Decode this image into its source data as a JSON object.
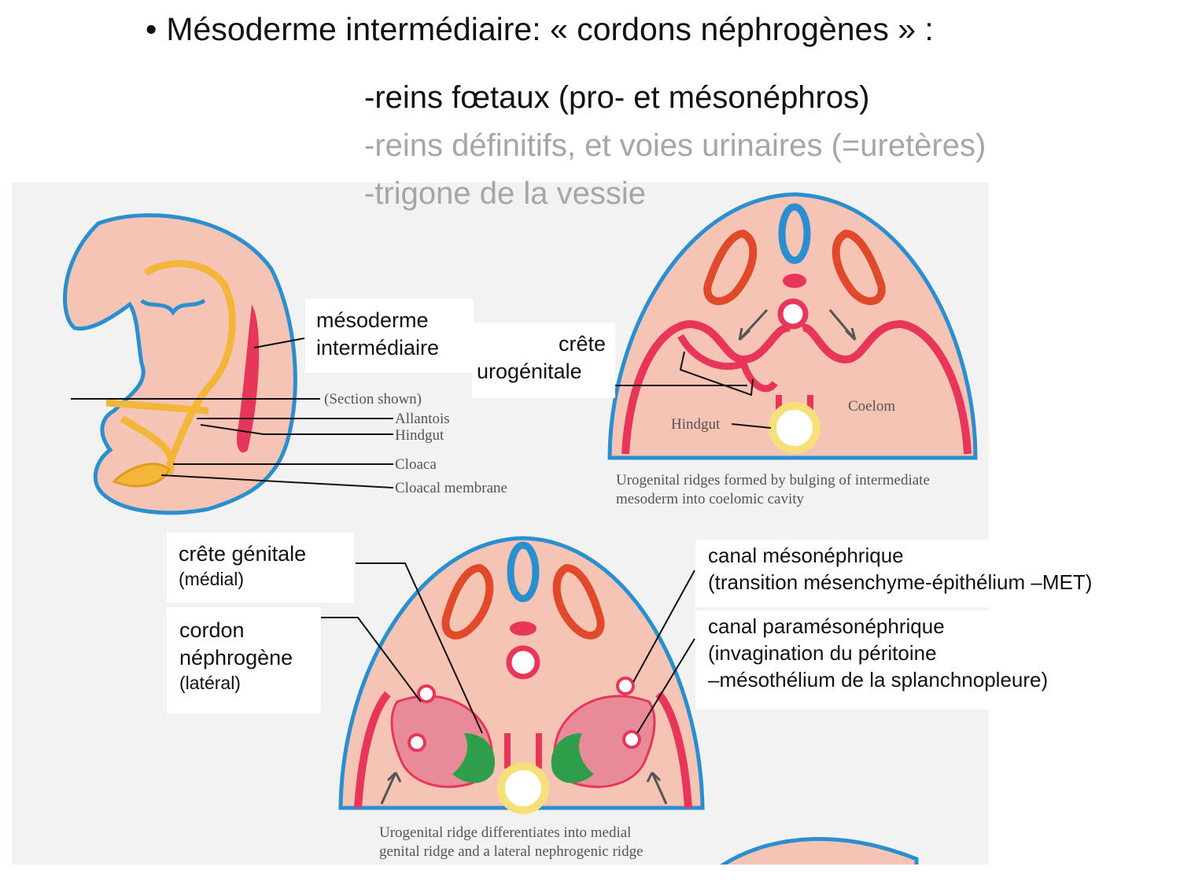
{
  "title": "Mésoderme intermédiaire: « cordons néphrogènes » :",
  "bullet": "•",
  "items": [
    {
      "text": "-reins fœtaux (pro- et mésonéphros)",
      "color": "#111111"
    },
    {
      "text": "-reins définitifs, et voies urinaires (=uretères)",
      "color": "#a6a6a6"
    },
    {
      "text": "-trigone de la vessie",
      "color": "#a6a6a6"
    }
  ],
  "labels": {
    "mesoderme_line1": "mésoderme",
    "mesoderme_line2": "intermédiaire",
    "crete_line1": "crête",
    "crete_line2": "urogénitale",
    "crete_genitale": "crête génitale",
    "crete_genitale_sub": "(médial)",
    "cordon_line1": "cordon",
    "cordon_line2": "néphrogène",
    "cordon_sub": "(latéral)",
    "canal_meso": "canal mésonéphrique",
    "canal_meso_sub": "(transition mésenchyme-épithélium –MET)",
    "canal_para": "canal paramésonéphrique",
    "canal_para_sub1": "(invagination du péritoine",
    "canal_para_sub2": "–mésothélium de la splanchnopleure)"
  },
  "figure_text": {
    "section_shown": "(Section shown)",
    "allantois": "Allantois",
    "hindgut": "Hindgut",
    "cloaca": "Cloaca",
    "cloacal_membrane": "Cloacal membrane",
    "hindgut2": "Hindgut",
    "coelom": "Coelom",
    "caption1_line1": "Urogenital ridges formed by bulging of intermediate",
    "caption1_line2": "mesoderm into coelomic cavity",
    "caption2_line1": "Urogenital ridge differentiates into medial",
    "caption2_line2": "genital ridge and a lateral nephrogenic ridge"
  },
  "colors": {
    "skin": "#f6c4b4",
    "ectoderm": "#2a8fd0",
    "red": "#e8365a",
    "somite": "#e04a2a",
    "neural": "#2a8fd0",
    "gut_yellow": "#f7e07a",
    "green": "#2e9e4a",
    "figure_bg": "#f2f2f2"
  }
}
